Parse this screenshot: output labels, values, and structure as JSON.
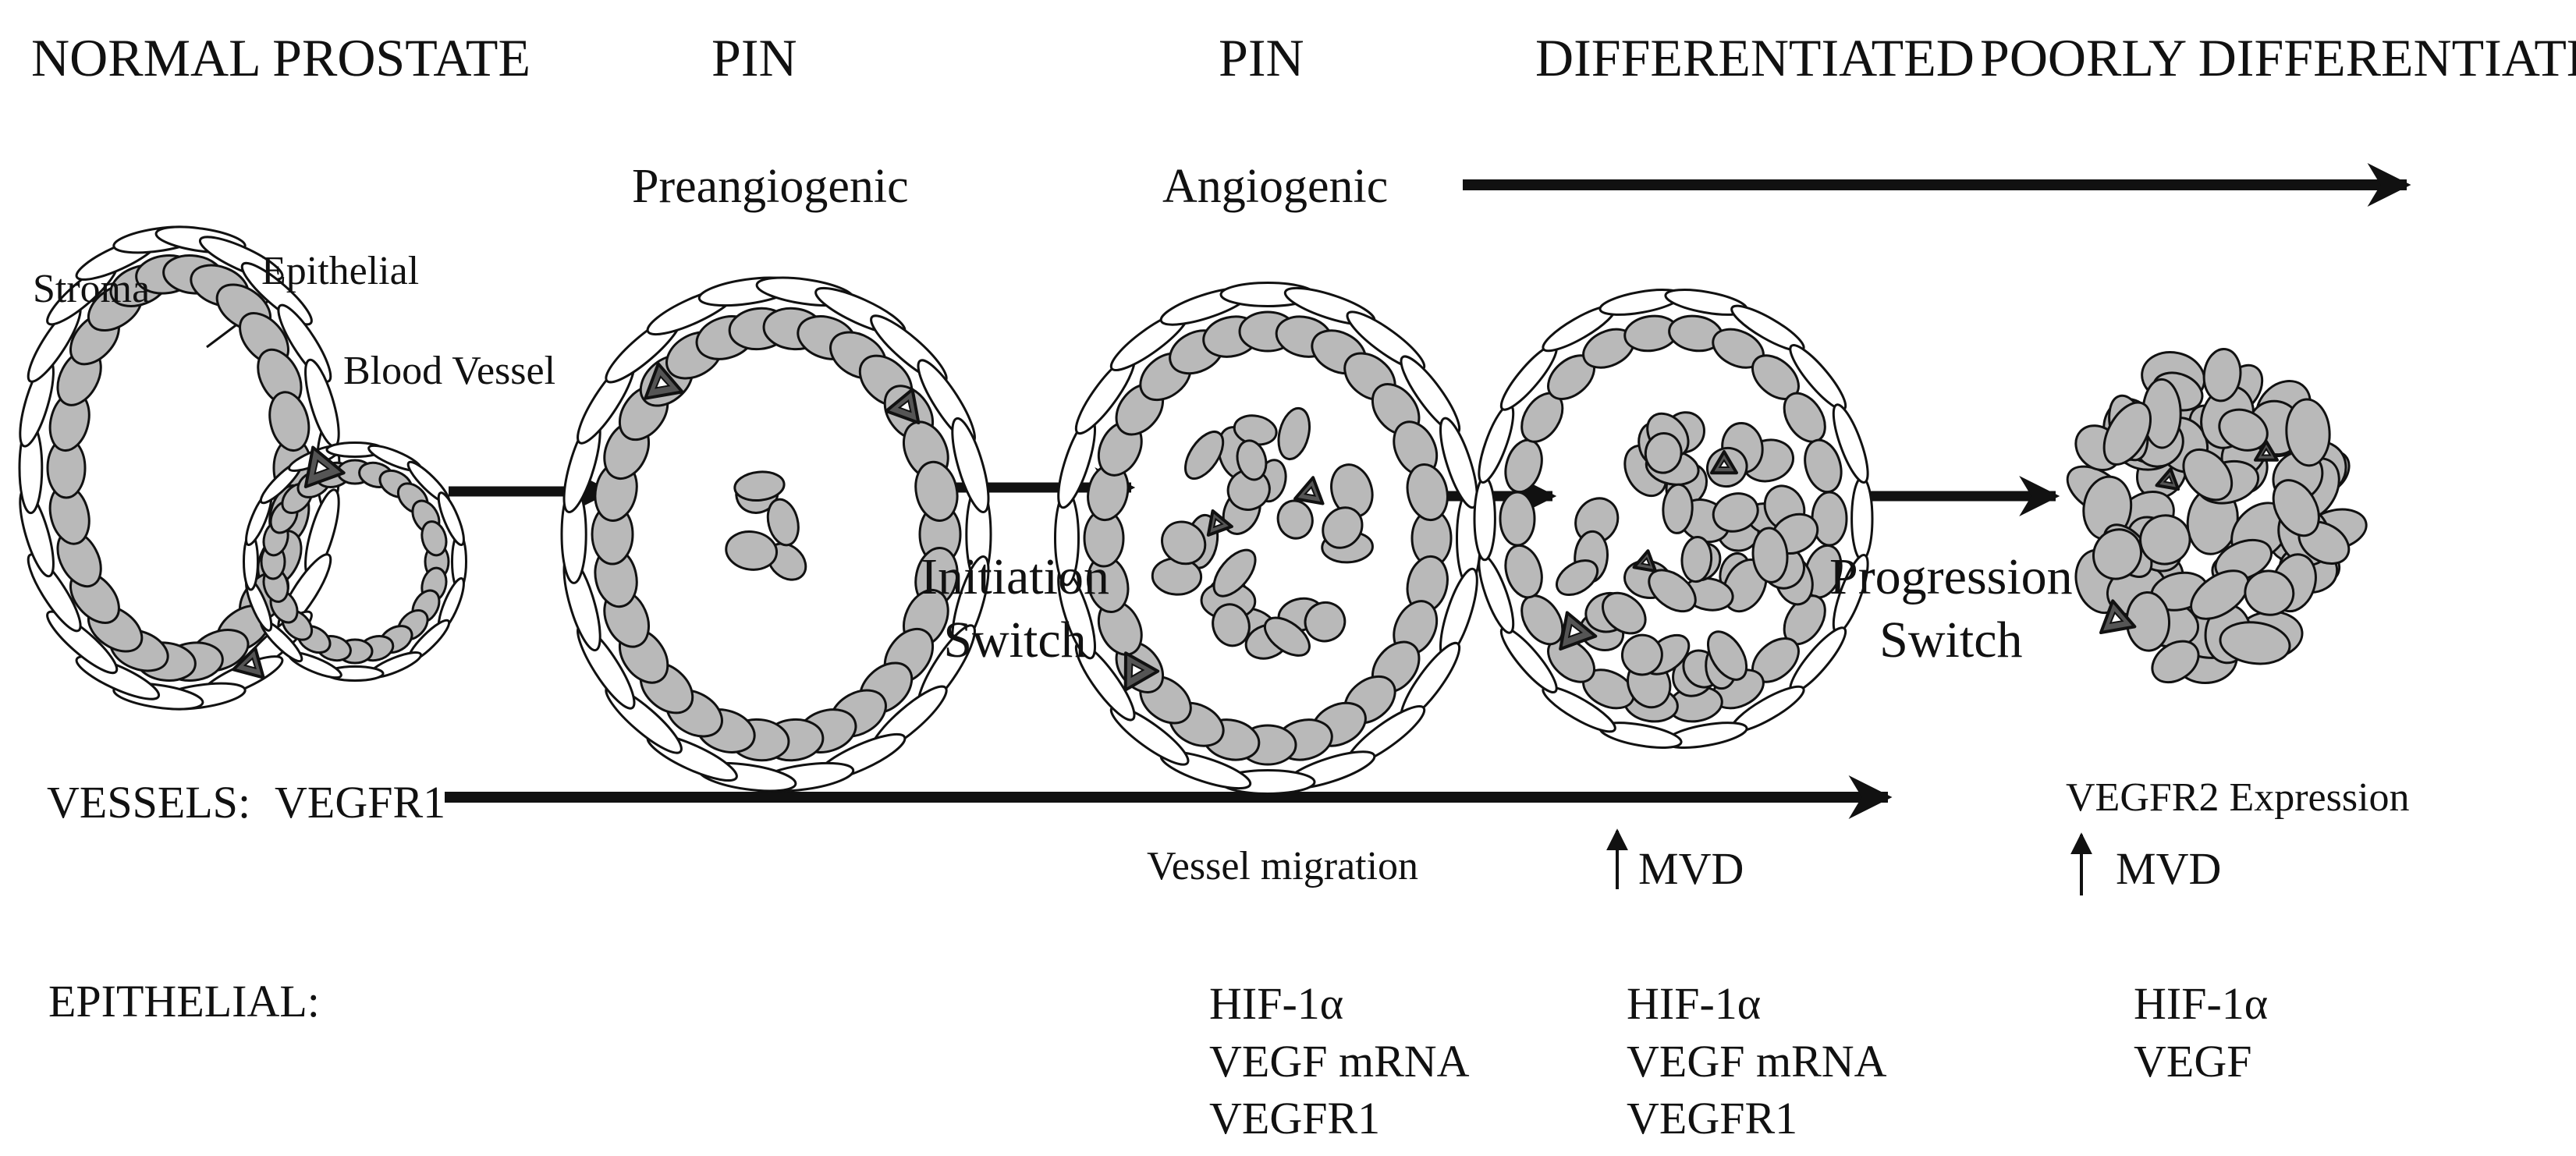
{
  "stages": {
    "normal": "NORMAL PROSTATE",
    "pin1": "PIN",
    "pin2": "PIN",
    "differentiated": "DIFFERENTIATED",
    "poorly": "POORLY DIFFERENTIATED"
  },
  "substages": {
    "preangiogenic": "Preangiogenic",
    "angiogenic": "Angiogenic"
  },
  "labels": {
    "stroma": "Stroma",
    "epithelial": "Epithelial",
    "blood_vessel": "Blood Vessel"
  },
  "switches": {
    "initiation": [
      "Initiation",
      "Switch"
    ],
    "progression": [
      "Progression",
      "Switch"
    ]
  },
  "vessels": {
    "heading": "VESSELS:",
    "vegfr1": "VEGFR1",
    "migration": "Vessel migration",
    "mvd_arrow": "↑",
    "mvd1": "MVD",
    "vegfr2": "VEGFR2 Expression",
    "mvd2": "MVD"
  },
  "epithelial": {
    "heading": "EPITHELIAL:",
    "angiogenic": [
      "HIF-1α",
      "VEGF mRNA",
      "VEGFR1"
    ],
    "differentiated": [
      "HIF-1α",
      "VEGF mRNA",
      "VEGFR1"
    ],
    "poorly": [
      "HIF-1α",
      "VEGF"
    ]
  },
  "colors": {
    "cell_fill": "#b9b9b9",
    "vessel_fill": "#555555",
    "ink": "#111111"
  }
}
